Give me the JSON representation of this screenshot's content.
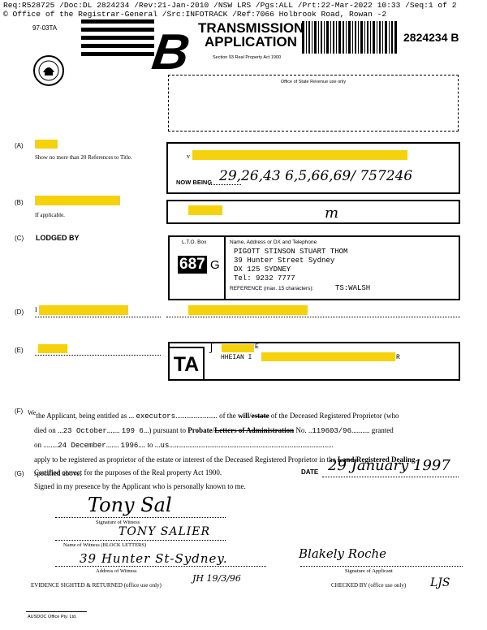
{
  "header": {
    "line1": "Req:R528725 /Doc:DL 2824234 /Rev:21-Jan-2010 /NSW LRS /Pgs:ALL /Prt:22-Mar-2022 10:33 /Seq:1 of 2",
    "line2": "© Office of the Registrar-General /Src:INFOTRACK /Ref:7066 Holbrook Road, Rowan -2"
  },
  "form": {
    "code": "97-03TA",
    "title_line1": "TRANSMISSION",
    "title_line2": "APPLICATION",
    "subtitle": "Section 93 Real Property Act 1900",
    "big_letter": "B",
    "doc_number": "2824234 B",
    "revenue_label": "Office of State Revenue use only"
  },
  "section_a": {
    "marker": "(A)",
    "note": "Show no more than 20 References to Title.",
    "now_being_label": "NOW BEING",
    "handwritten_refs": "29,26,43 6,5,66,69/ 757246"
  },
  "section_b": {
    "marker": "(B)",
    "note": "If applicable.",
    "handwritten_mark": "m"
  },
  "section_c": {
    "marker": "(C)",
    "label": "LODGED BY",
    "lto_box_label": "L.T.O. Box",
    "lto_box_value": "687",
    "lto_box_suffix": "G",
    "address_label": "Name, Address or DX and Telephone",
    "address_lines": [
      "PIGOTT STINSON STUART THOM",
      "39 Hunter Street Sydney",
      "DX 125 SYDNEY",
      "Tel:  9232 7777"
    ],
    "reference_label": "REFERENCE (max. 15 characters):",
    "reference_value": "TS:WALSH"
  },
  "section_d": {
    "marker": "(D)",
    "prefix": "I"
  },
  "section_e": {
    "marker": "(E)",
    "ta_label": "TA",
    "text_top": "E",
    "text_bottom_prefix": "HHEIAN I",
    "text_bottom_suffix": "R"
  },
  "section_f": {
    "marker": "(F)",
    "we_prefix": "We",
    "p1": "the Applicant, being entitled as",
    "capacity": "executors",
    "p2": "of the",
    "will": "will",
    "estate": "estate",
    "p3": "of the Deceased Registered Proprietor (who",
    "died_on": "died on",
    "died_day": "23 October",
    "died_year": "199 6",
    "pursuant": "pursuant to",
    "probate": "Probate",
    "letters": "Letters of Administration",
    "no_label": "No.",
    "probate_no": "119603/96",
    "granted": "granted",
    "on_label": "on",
    "granted_date": "24 December",
    "granted_year": "1996",
    "to_label": "to",
    "to_value": "us",
    "apply": "apply to be registered as proprietor of the estate or interest of the Deceased Registered Proprietor in the",
    "land": "Land",
    "registered_dealing": "Registered Dealing",
    "specified": "specified above."
  },
  "section_g": {
    "marker": "(G)",
    "certified": "Certified correct for the purposes of the Real property Act 1900.",
    "date_label": "DATE",
    "date_value": "29 January 1997",
    "signed_in_presence": "Signed in my presence by the Applicant who is personally known to me.",
    "witness_sig_label": "Signature of Witness",
    "witness_name_label": "Name of Witness (BLOCK LETTERS)",
    "witness_name": "TONY SALIER",
    "witness_addr_label": "Address of Witness",
    "witness_addr": "39 Hunter St-Sydney.",
    "witness_signature": "Tony Sal",
    "applicant_sig_label": "Signature of Applicant",
    "applicant_signature": "Blakely Roche",
    "evidence_label": "EVIDENCE SIGHTED & RETURNED (office use only)",
    "checked_label": "CHECKED BY (office use only)",
    "evidence_initials": "JH 19/3/96",
    "checked_initials": "LJS"
  },
  "footer": {
    "printer": "AUSDOC Office Pty. Ltd."
  },
  "colors": {
    "redaction": "#f5d20b"
  }
}
